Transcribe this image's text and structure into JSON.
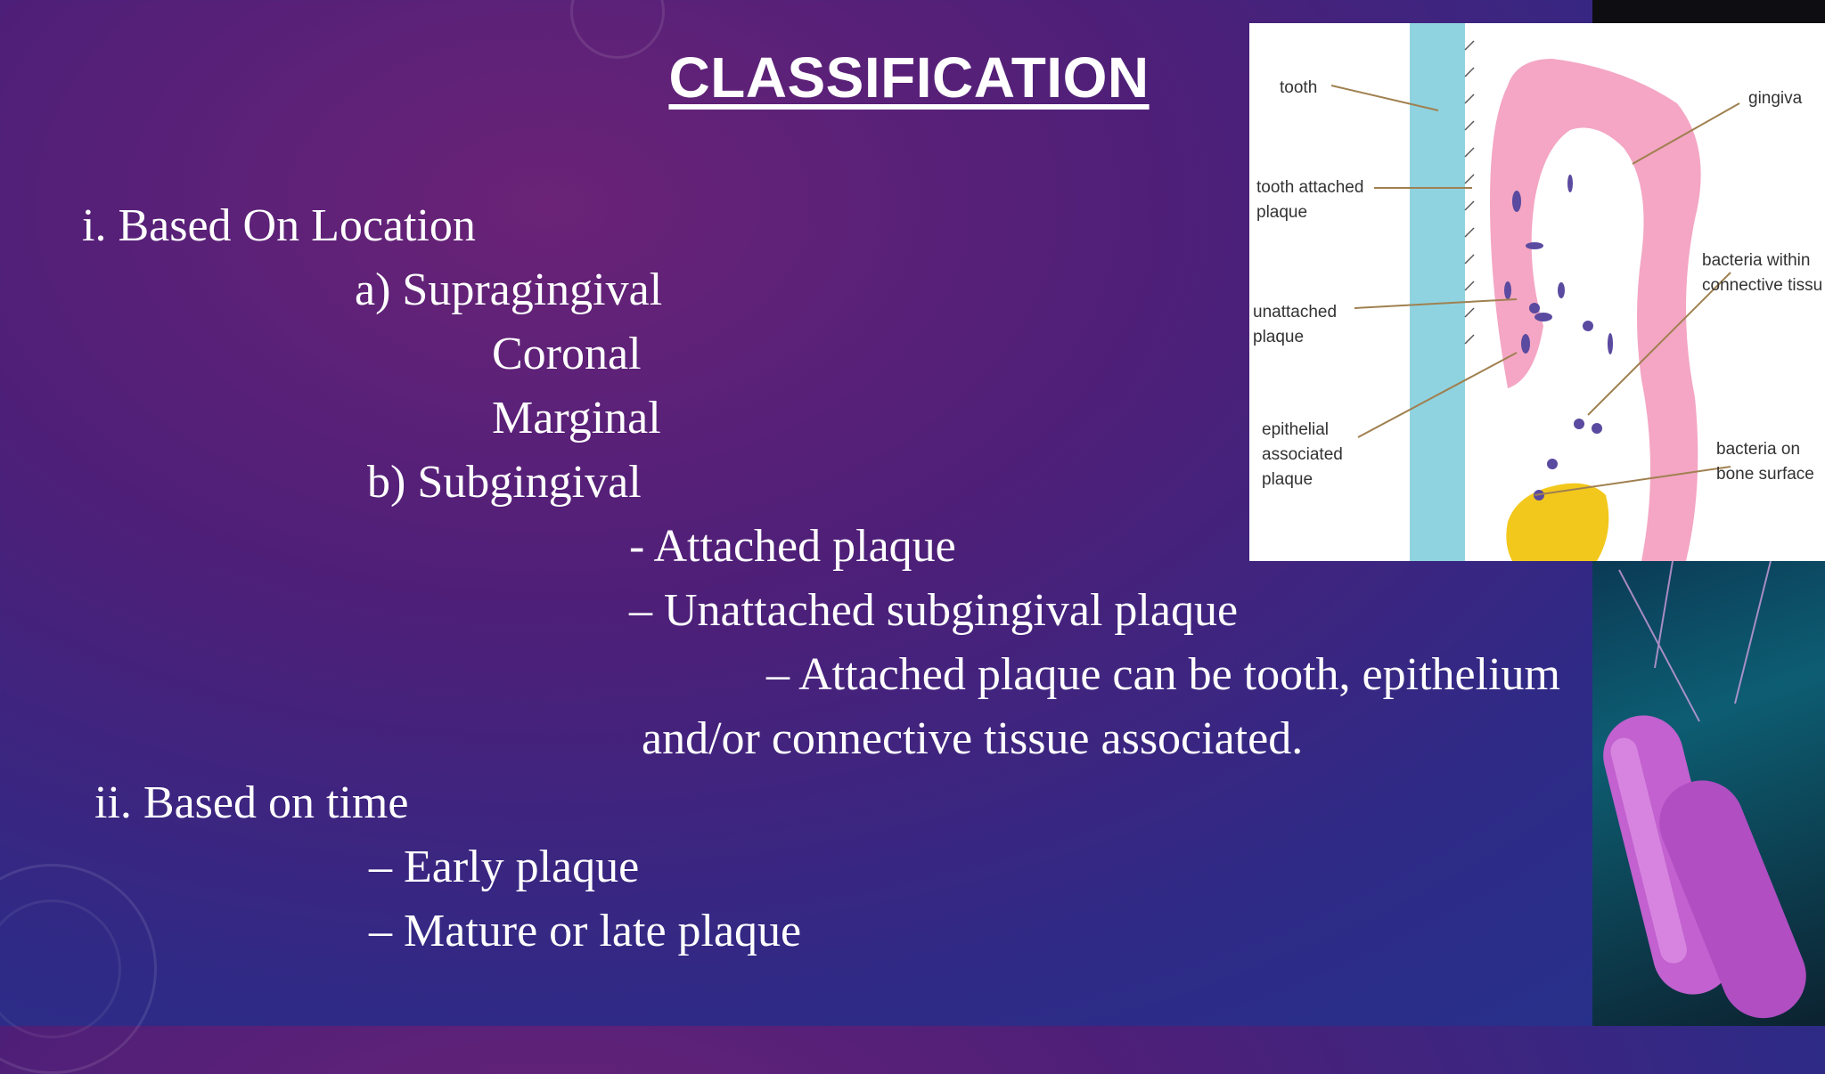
{
  "title": "CLASSIFICATION",
  "outline": {
    "location_heading": "i. Based On Location",
    "supragingival": "a) Supragingival",
    "coronal": "Coronal",
    "marginal": "Marginal",
    "subgingival": "b) Subgingival",
    "attached": "- Attached plaque",
    "unattached": "– Unattached subgingival plaque",
    "attached_note_1": "– Attached plaque can be tooth, epithelium",
    "attached_note_2": "and/or connective tissue associated.",
    "time_heading": "ii. Based on time",
    "early": "– Early plaque",
    "mature": "– Mature or late plaque"
  },
  "figure": {
    "labels": {
      "tooth": "tooth",
      "tooth_attached_1": "tooth attached",
      "tooth_attached_2": "plaque",
      "unattached_1": "unattached",
      "unattached_2": "plaque",
      "epithelial_1": "epithelial",
      "epithelial_2": "associated",
      "epithelial_3": "plaque",
      "gingiva": "gingiva",
      "bacteria_ct_1": "bacteria within",
      "bacteria_ct_2": "connective tissu",
      "bacteria_bone_1": "bacteria on",
      "bacteria_bone_2": "bone surface"
    }
  },
  "colors": {
    "tooth": "#8fd3e0",
    "gingiva": "#f4a6c4",
    "bone": "#f2c81c",
    "bacteria": "#5a4aa0"
  }
}
